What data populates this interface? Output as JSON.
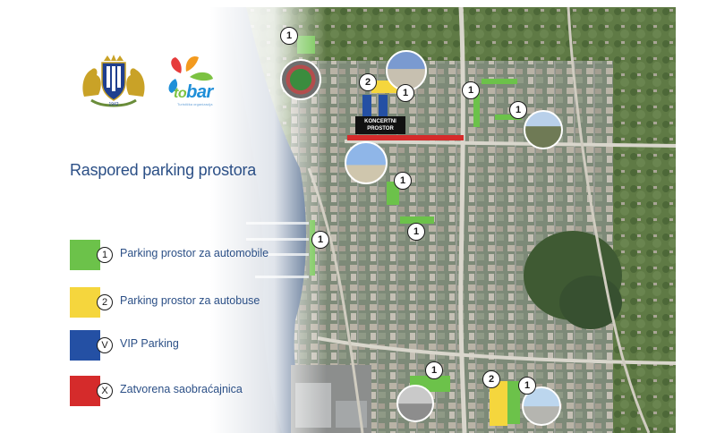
{
  "legend": {
    "title": "Raspored parking prostora",
    "items": [
      {
        "symbol": "1",
        "label": "Parking prostor za automobile",
        "color": "#6cc24a"
      },
      {
        "symbol": "2",
        "label": "Parking prostor za autobuse",
        "color": "#f5d63d"
      },
      {
        "symbol": "V",
        "label": "VIP Parking",
        "color": "#2450a4"
      },
      {
        "symbol": "X",
        "label": "Zatvorena saobraćajnica",
        "color": "#d52b2b"
      }
    ]
  },
  "logos": {
    "crest_year": "1942",
    "tobar_prefix": "to",
    "tobar_name": "bar",
    "tobar_tagline": "Turistička organizacija"
  },
  "map": {
    "venue_label": "KONCERTNI PROSTOR",
    "markers": [
      "1",
      "2",
      "1",
      "1",
      "1",
      "1",
      "1",
      "1",
      "1",
      "2",
      "1"
    ]
  },
  "colors": {
    "car_parking": "#6cc24a",
    "bus_parking": "#f5d63d",
    "vip_parking": "#2450a4",
    "closed_road": "#d52b2b",
    "title_text": "#2b4f86"
  }
}
